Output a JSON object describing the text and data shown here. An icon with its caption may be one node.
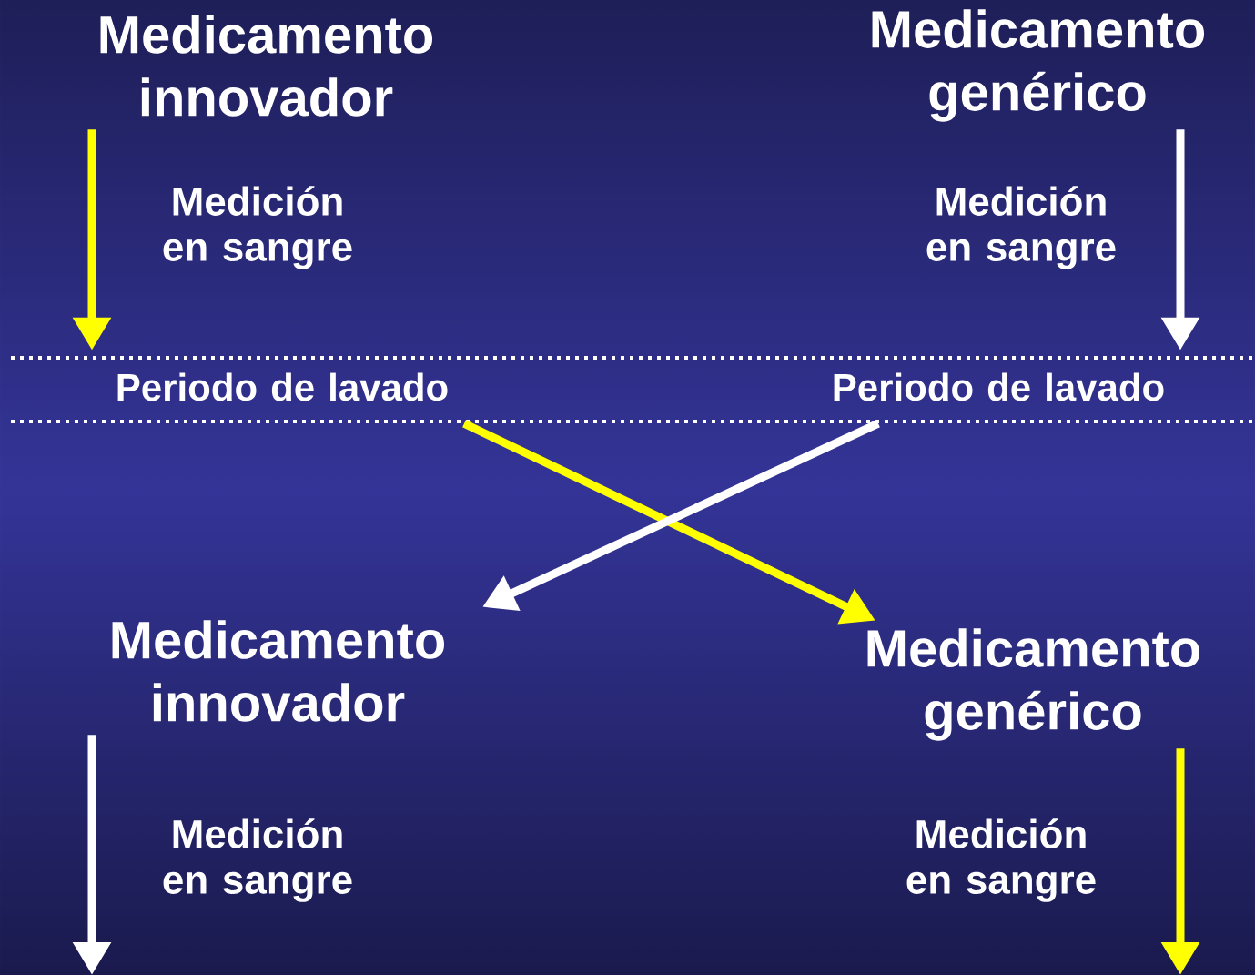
{
  "diagram": {
    "nodes": [
      {
        "text": [
          "Medicamento innovador"
        ]
      },
      {
        "text": [
          "Medicamento genérico"
        ]
      },
      {
        "text": [
          "Periodo de lavado"
        ]
      },
      {
        "text": [
          "Periodo de lavado"
        ]
      },
      {
        "text": [
          "Medicamento innovador"
        ]
      },
      {
        "text": [
          "Medicamento genérico"
        ]
      }
    ],
    "edges": [
      {
        "from": 0,
        "to": 2,
        "arrow": "to",
        "label": "Medición en sangre",
        "color": "#ffff00"
      },
      {
        "from": 1,
        "to": 3,
        "arrow": "to",
        "label": "Medición en sangre",
        "color": "#ffffff"
      },
      {
        "from": 2,
        "to": 5,
        "arrow": "to",
        "color": "#ffff00"
      },
      {
        "from": 3,
        "to": 4,
        "arrow": "to",
        "color": "#ffffff"
      },
      {
        "from": 4,
        "to": null,
        "arrow": "to",
        "label": "Medición en sangre",
        "color": "#ffffff"
      },
      {
        "from": 5,
        "to": null,
        "arrow": "to",
        "label": "Medición en sangre",
        "color": "#ffff00"
      }
    ]
  }
}
